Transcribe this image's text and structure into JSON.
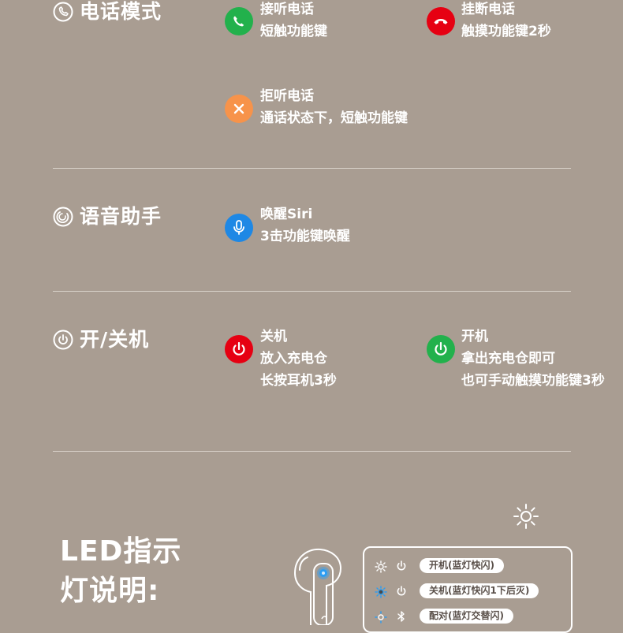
{
  "sections": {
    "phone": {
      "title": "电话模式",
      "answer": {
        "line1": "接听电话",
        "line2": "短触功能键"
      },
      "hangup": {
        "line1": "挂断电话",
        "line2": "触摸功能键2秒"
      },
      "reject": {
        "line1": "拒听电话",
        "line2": "通话状态下，短触功能键"
      }
    },
    "assistant": {
      "title": "语音助手",
      "siri": {
        "line1": "唤醒Siri",
        "line2": "3击功能键唤醒"
      }
    },
    "power": {
      "title": "开/关机",
      "off": {
        "line1": "关机",
        "line2": "放入充电仓",
        "line3": "长按耳机3秒"
      },
      "on": {
        "line1": "开机",
        "line2": "拿出充电仓即可",
        "line3": "也可手动触摸功能键3秒"
      }
    }
  },
  "led": {
    "title_line1": "LED指示",
    "title_line2": "灯说明:",
    "rows": [
      {
        "label": "开机(蓝灯快闪)"
      },
      {
        "label": "关机(蓝灯快闪1下后灭)"
      },
      {
        "label": "配对(蓝灯交替闪)"
      }
    ]
  },
  "colors": {
    "background": "#a99d92",
    "answer_green": "#22b14c",
    "hangup_red": "#e60012",
    "reject_orange": "#f7934a",
    "siri_blue": "#1e88e5",
    "power_off_red": "#e60012",
    "power_on_green": "#22b14c",
    "led_blue": "#2a9df4"
  }
}
